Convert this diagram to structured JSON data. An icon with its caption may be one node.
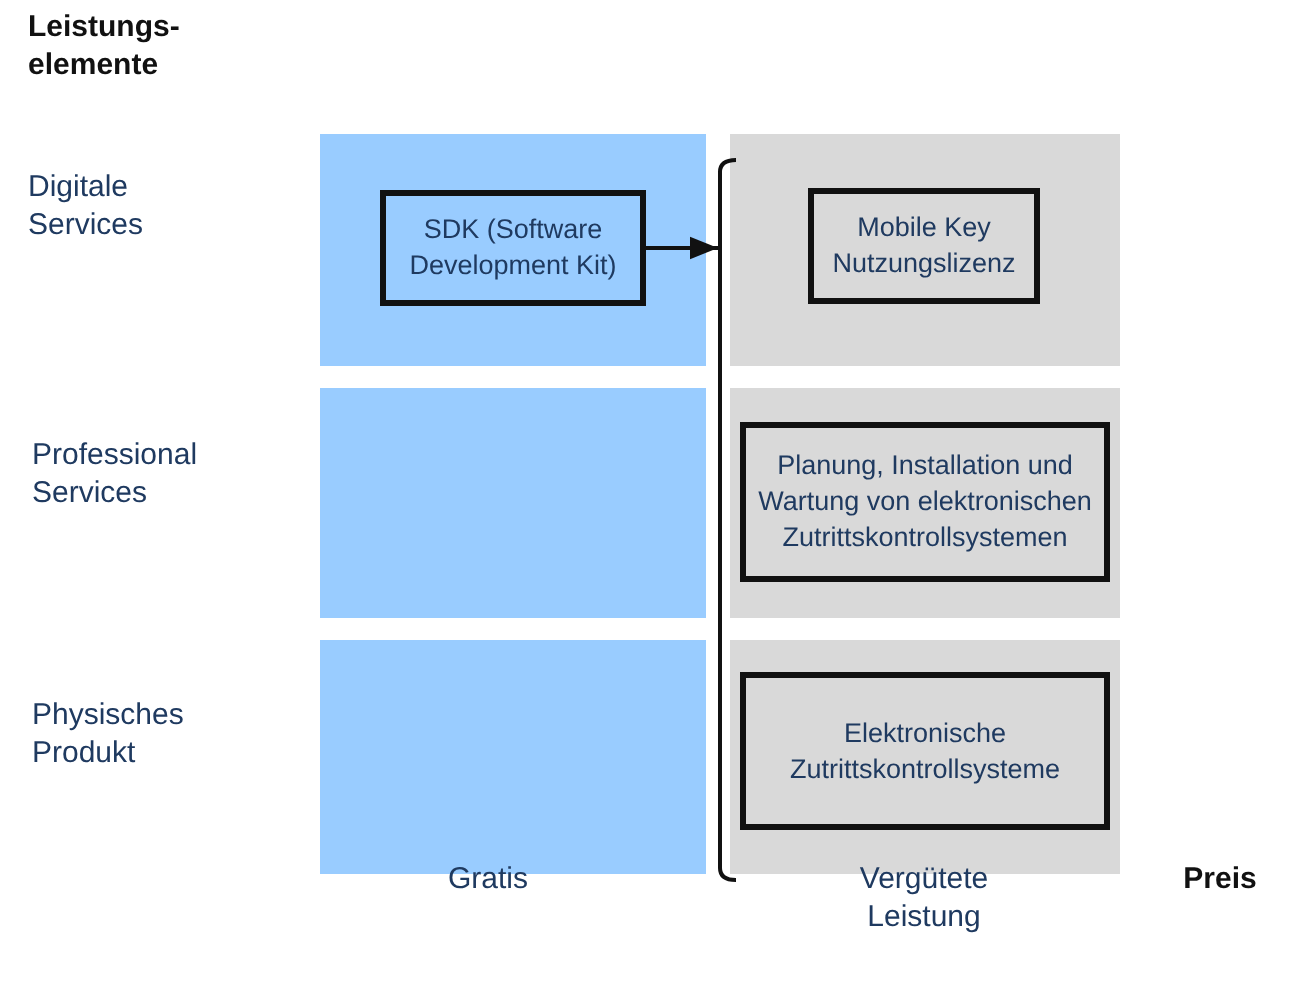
{
  "diagram": {
    "nodes": [
      {
        "text": [],
        "shape": "box"
      },
      {
        "text": [
          "SDK (Software Development Kit)"
        ],
        "in": 0
      },
      {
        "text": [],
        "shape": "box"
      },
      {
        "text": [
          "Mobile Key Nutzungslizenz"
        ],
        "in": 2
      },
      {
        "text": [],
        "shape": "box"
      },
      {
        "text": [],
        "shape": "box"
      },
      {
        "text": [
          "Planung, Installation und Wartung von elektronischen Zutrittskontrollsystemen"
        ],
        "in": 5
      },
      {
        "text": [],
        "shape": "box"
      },
      {
        "text": [],
        "shape": "box"
      },
      {
        "text": [
          "Elektronische Zutrittskontrollsysteme"
        ],
        "in": 8
      },
      {
        "text": [],
        "shape": "bracket"
      }
    ],
    "edges": [
      {
        "from": 1,
        "to": 10,
        "arrow": "to"
      }
    ],
    "labels": [
      "Leistungs- elemente",
      "Digitale Services",
      "Professional Services",
      "Physisches Produkt",
      "Gratis",
      "Vergütete Leistung",
      "Preis"
    ]
  }
}
